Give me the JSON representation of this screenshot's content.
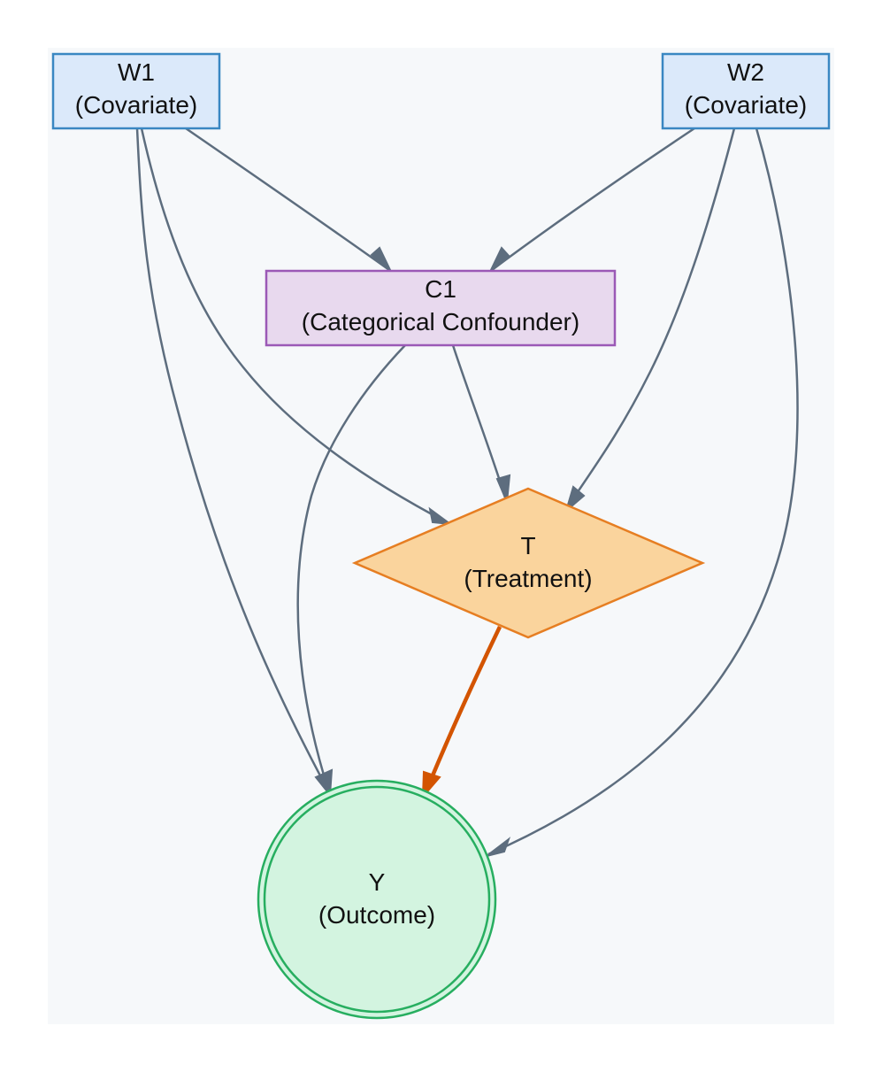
{
  "diagram": {
    "nodes": [
      {
        "id": "W1",
        "name": "W1",
        "sublabel": "(Covariate)",
        "shape": "box",
        "fill": "#dbe9fa",
        "stroke": "#3a87c2"
      },
      {
        "id": "W2",
        "name": "W2",
        "sublabel": "(Covariate)",
        "shape": "box",
        "fill": "#dbe9fa",
        "stroke": "#3a87c2"
      },
      {
        "id": "C1",
        "name": "C1",
        "sublabel": "(Categorical Confounder)",
        "shape": "box",
        "fill": "#e8d9ee",
        "stroke": "#9b59b6"
      },
      {
        "id": "T",
        "name": "T",
        "sublabel": "(Treatment)",
        "shape": "diamond",
        "fill": "#fad49d",
        "stroke": "#e67e22"
      },
      {
        "id": "Y",
        "name": "Y",
        "sublabel": "(Outcome)",
        "shape": "doublecircle",
        "fill": "#d3f4e0",
        "stroke": "#27ae60"
      }
    ],
    "edges": [
      {
        "from": "W1",
        "to": "C1"
      },
      {
        "from": "W1",
        "to": "T"
      },
      {
        "from": "W1",
        "to": "Y"
      },
      {
        "from": "W2",
        "to": "C1"
      },
      {
        "from": "W2",
        "to": "T"
      },
      {
        "from": "W2",
        "to": "Y"
      },
      {
        "from": "C1",
        "to": "T"
      },
      {
        "from": "C1",
        "to": "Y"
      },
      {
        "from": "T",
        "to": "Y",
        "highlight": true
      }
    ],
    "colors": {
      "background": "#f6f8fa",
      "edge": "#5d6d7e",
      "highlight_edge": "#d35400"
    }
  }
}
